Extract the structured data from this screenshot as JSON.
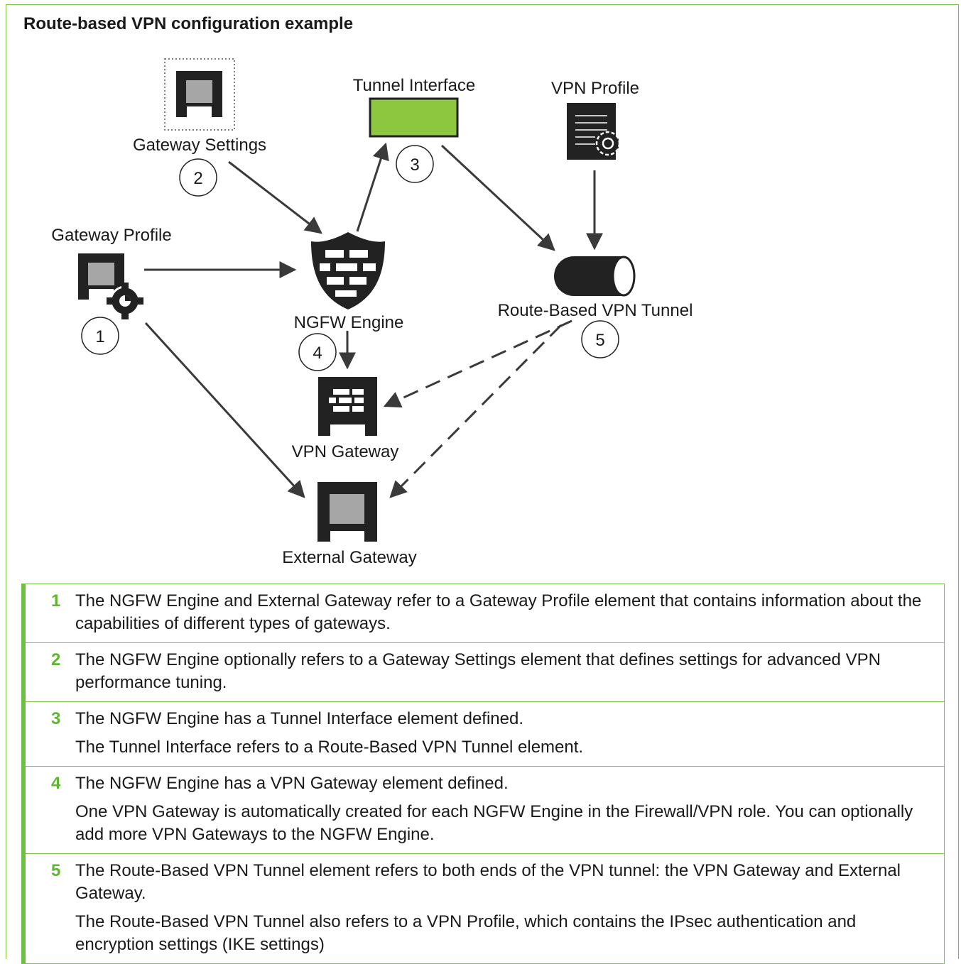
{
  "title": "Route-based VPN configuration example",
  "colors": {
    "frame": "#7cc242",
    "tunnel_interface": "#8dc63f",
    "icon": "#222222",
    "icon_fill": "#a6a6a6",
    "number": "#5cb82e"
  },
  "nodes": {
    "gateway_settings": {
      "label": "Gateway Settings",
      "icon": "gateway-settings-icon"
    },
    "tunnel_interface": {
      "label": "Tunnel Interface",
      "icon": "tunnel-interface-icon"
    },
    "vpn_profile": {
      "label": "VPN Profile",
      "icon": "vpn-profile-icon"
    },
    "gateway_profile": {
      "label": "Gateway Profile",
      "icon": "gateway-profile-icon"
    },
    "ngfw_engine": {
      "label": "NGFW Engine",
      "icon": "firewall-shield-icon"
    },
    "route_based_tunnel": {
      "label": "Route-Based VPN Tunnel",
      "icon": "tunnel-pipe-icon"
    },
    "vpn_gateway": {
      "label": "VPN Gateway",
      "icon": "vpn-gateway-icon"
    },
    "external_gateway": {
      "label": "External Gateway",
      "icon": "external-gateway-icon"
    }
  },
  "markers": [
    "1",
    "2",
    "3",
    "4",
    "5"
  ],
  "legend": [
    {
      "n": "1",
      "text": "The NGFW Engine and External Gateway refer to a Gateway Profile element that contains information about the capabilities of different types of gateways.",
      "extra": ""
    },
    {
      "n": "2",
      "text": "The NGFW Engine optionally refers to a Gateway Settings element that defines settings for advanced VPN performance tuning.",
      "extra": ""
    },
    {
      "n": "3",
      "text": "The NGFW Engine has a Tunnel Interface element defined.",
      "extra": "The Tunnel Interface refers to a Route-Based VPN Tunnel element."
    },
    {
      "n": "4",
      "text": "The NGFW Engine has a VPN Gateway element defined.",
      "extra": "One VPN Gateway is automatically created for each NGFW Engine in the Firewall/VPN role. You can optionally add more VPN Gateways to the NGFW Engine."
    },
    {
      "n": "5",
      "text": "The Route-Based VPN Tunnel element refers to both ends of the VPN tunnel: the VPN Gateway and External Gateway.",
      "extra": "The Route-Based VPN Tunnel also refers to a VPN Profile, which contains the IPsec authentication and encryption settings (IKE settings)"
    }
  ]
}
